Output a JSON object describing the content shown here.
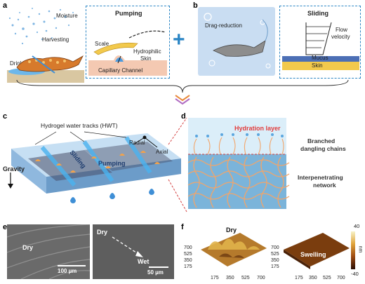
{
  "panels": {
    "a": {
      "letter": "a",
      "labels": {
        "moisture": "Moisture",
        "harvesting": "Harvesting",
        "drinking": "Drinking"
      },
      "inset": {
        "title": "Pumping",
        "scale": "Scale",
        "hydrophilic_skin_line1": "Hydrophilic",
        "hydrophilic_skin_line2": "Skin",
        "capillary_channel": "Capillary Channel"
      }
    },
    "plus": "+",
    "b": {
      "letter": "b",
      "drag_reduction": "Drag-reduction",
      "inset": {
        "title": "Sliding",
        "flow_line1": "Flow",
        "flow_line2": "velocity",
        "mucus": "Mucus",
        "skin": "Skin"
      }
    },
    "c": {
      "letter": "c",
      "hwt": "Hydrogel water tracks (HWT)",
      "radial": "Radial",
      "axial": "Axial",
      "gravity": "Gravity",
      "sliding": "Sliding",
      "pumping": "Pumping"
    },
    "d": {
      "letter": "d",
      "hydration_layer": "Hydration layer",
      "branched_line1": "Branched",
      "branched_line2": "dangling chains",
      "interpenetrating_line1": "Interpenetrating",
      "interpenetrating_line2": "network"
    },
    "e": {
      "letter": "e",
      "left_label": "Dry",
      "left_scale": "100 µm",
      "right_label_top": "Dry",
      "right_label_bottom": "Wet",
      "right_scale": "50 µm"
    },
    "f": {
      "letter": "f",
      "left_label": "Dry",
      "right_label": "Swelling",
      "y_ticks": [
        "700",
        "525",
        "350",
        "175"
      ],
      "x_ticks": [
        "175",
        "350",
        "525",
        "700"
      ],
      "colorbar_max": "40",
      "colorbar_min": "-40",
      "colorbar_unit": "nm"
    }
  },
  "colors": {
    "accent_blue": "#2b86c5",
    "water_blue": "#3f8fd6",
    "hydration_red": "#e23b3b",
    "orange": "#f2a24a"
  }
}
